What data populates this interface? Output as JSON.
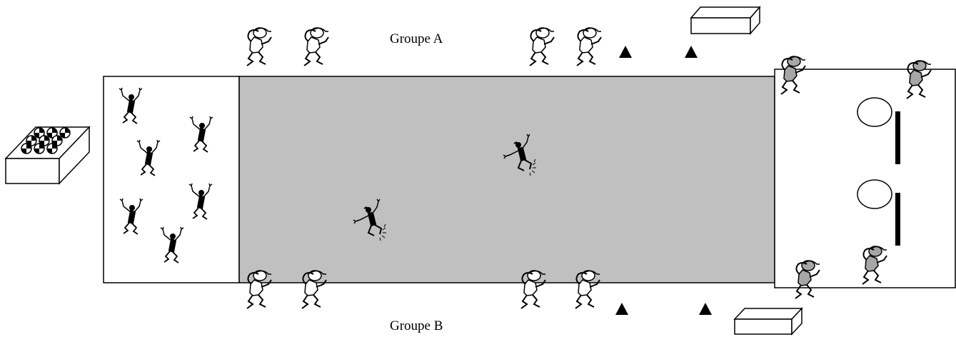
{
  "labels": {
    "group_a": "Groupe A",
    "group_b": "Groupe B"
  },
  "colors": {
    "field": "#c0c0c0",
    "outline": "#000000",
    "runner": "#000000",
    "defender_gray": "#a6a6a6",
    "waiting_white": "#ffffff"
  },
  "icons": {
    "thinking_figure": "thinking-person-icon",
    "dancing_figure": "dancing-person-icon",
    "running_figure": "running-person-icon",
    "cone": "cone-triangle-icon",
    "box": "box-icon",
    "ball_crate": "ball-crate-icon",
    "hoop": "hoop-icon",
    "wall_bar": "wall-bar-icon"
  },
  "counts": {
    "group_a_players": 4,
    "group_b_players": 4,
    "players_in_end_zone": 6,
    "runners_on_field": 2,
    "defenders_right_zone": 4
  }
}
